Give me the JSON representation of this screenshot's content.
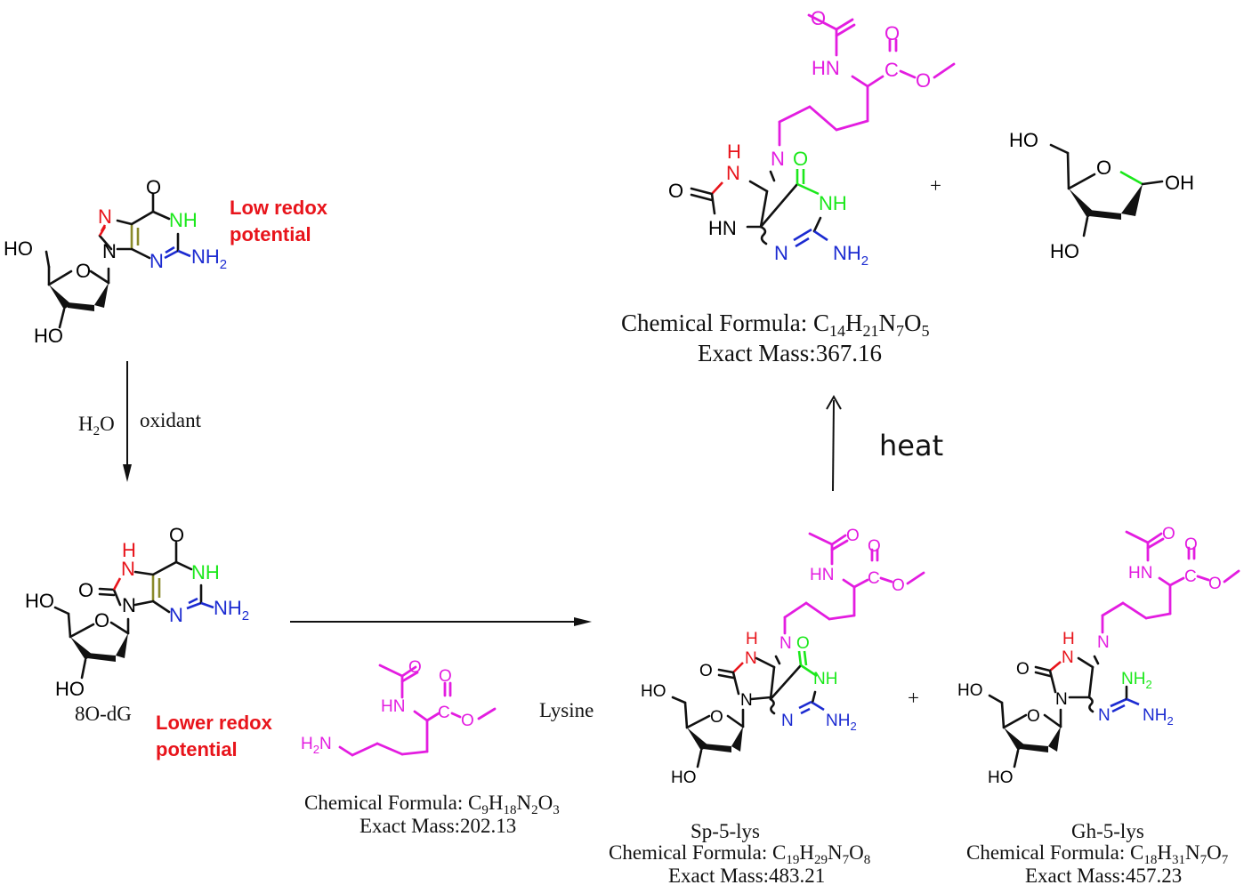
{
  "colors": {
    "black": "#111111",
    "magenta": "#e31de0",
    "red": "#e8141b",
    "green": "#1be81b",
    "blue": "#1c2bd1",
    "olive": "#8a8a2a"
  },
  "atoms": {
    "HO": "HO",
    "OH": "OH",
    "O": "O",
    "N": "N",
    "H": "H",
    "NH": "NH",
    "HN": "HN",
    "NH2": "NH",
    "H2N": "H",
    "C": "C",
    "sub2": "2"
  },
  "labels": {
    "low_redox_line1": "Low redox",
    "low_redox_line2": "potential",
    "lower_redox_line1": "Lower redox",
    "lower_redox_line2": "potential",
    "dG8O": "8O-dG",
    "lysine": "Lysine",
    "heat": "heat",
    "plus": "+"
  },
  "reagents": {
    "water": {
      "main": "H",
      "sub": "2",
      "tail": "O"
    },
    "oxidant": "oxidant"
  },
  "compounds": {
    "lysine": {
      "formula_label": "Chemical Formula: ",
      "formula": [
        [
          "C",
          "9"
        ],
        [
          "H",
          "18"
        ],
        [
          "N",
          "2"
        ],
        [
          "O",
          "3"
        ]
      ],
      "mass": "Exact Mass:202.13"
    },
    "sp5lys": {
      "name": "Sp-5-lys",
      "formula_label": "Chemical Formula: ",
      "formula": [
        [
          "C",
          "19"
        ],
        [
          "H",
          "29"
        ],
        [
          "N",
          "7"
        ],
        [
          "O",
          "8"
        ]
      ],
      "mass": "Exact Mass:483.21"
    },
    "gh5lys": {
      "name": "Gh-5-lys",
      "formula_label": "Chemical Formula: ",
      "formula": [
        [
          "C",
          "18"
        ],
        [
          "H",
          "31"
        ],
        [
          "N",
          "7"
        ],
        [
          "O",
          "7"
        ]
      ],
      "mass": "Exact Mass:457.23"
    },
    "product": {
      "formula_label": "Chemical Formula: ",
      "formula": [
        [
          "C",
          "14"
        ],
        [
          "H",
          "21"
        ],
        [
          "N",
          "7"
        ],
        [
          "O",
          "5"
        ]
      ],
      "mass": "Exact Mass:367.16"
    }
  }
}
